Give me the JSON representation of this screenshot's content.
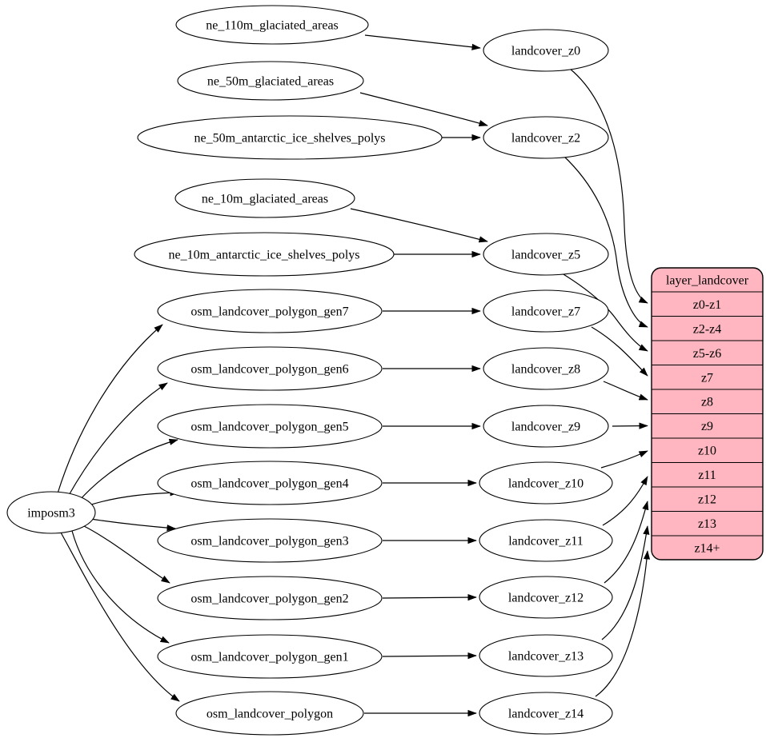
{
  "graph": {
    "background": "#ffffff",
    "edge_color": "#000000",
    "node_fill": "#ffffff",
    "node_stroke": "#000000"
  },
  "importer": {
    "label": "imposm3"
  },
  "sources": [
    "ne_110m_glaciated_areas",
    "ne_50m_glaciated_areas",
    "ne_50m_antarctic_ice_shelves_polys",
    "ne_10m_glaciated_areas",
    "ne_10m_antarctic_ice_shelves_polys",
    "osm_landcover_polygon_gen7",
    "osm_landcover_polygon_gen6",
    "osm_landcover_polygon_gen5",
    "osm_landcover_polygon_gen4",
    "osm_landcover_polygon_gen3",
    "osm_landcover_polygon_gen2",
    "osm_landcover_polygon_gen1",
    "osm_landcover_polygon"
  ],
  "views": [
    "landcover_z0",
    "landcover_z2",
    "landcover_z5",
    "landcover_z7",
    "landcover_z8",
    "landcover_z9",
    "landcover_z10",
    "landcover_z11",
    "landcover_z12",
    "landcover_z13",
    "landcover_z14"
  ],
  "table": {
    "title": "layer_landcover",
    "fill": "#ffb6c1",
    "rows": [
      "z0-z1",
      "z2-z4",
      "z5-z6",
      "z7",
      "z8",
      "z9",
      "z10",
      "z11",
      "z12",
      "z13",
      "z14+"
    ]
  },
  "edges": [
    {
      "from": "imposm3",
      "to": "osm_landcover_polygon_gen7"
    },
    {
      "from": "imposm3",
      "to": "osm_landcover_polygon_gen6"
    },
    {
      "from": "imposm3",
      "to": "osm_landcover_polygon_gen5"
    },
    {
      "from": "imposm3",
      "to": "osm_landcover_polygon_gen4"
    },
    {
      "from": "imposm3",
      "to": "osm_landcover_polygon_gen3"
    },
    {
      "from": "imposm3",
      "to": "osm_landcover_polygon_gen2"
    },
    {
      "from": "imposm3",
      "to": "osm_landcover_polygon_gen1"
    },
    {
      "from": "imposm3",
      "to": "osm_landcover_polygon"
    },
    {
      "from": "ne_110m_glaciated_areas",
      "to": "landcover_z0"
    },
    {
      "from": "ne_50m_glaciated_areas",
      "to": "landcover_z2"
    },
    {
      "from": "ne_50m_antarctic_ice_shelves_polys",
      "to": "landcover_z2"
    },
    {
      "from": "ne_10m_glaciated_areas",
      "to": "landcover_z5"
    },
    {
      "from": "ne_10m_antarctic_ice_shelves_polys",
      "to": "landcover_z5"
    },
    {
      "from": "osm_landcover_polygon_gen7",
      "to": "landcover_z7"
    },
    {
      "from": "osm_landcover_polygon_gen6",
      "to": "landcover_z8"
    },
    {
      "from": "osm_landcover_polygon_gen5",
      "to": "landcover_z9"
    },
    {
      "from": "osm_landcover_polygon_gen4",
      "to": "landcover_z10"
    },
    {
      "from": "osm_landcover_polygon_gen3",
      "to": "landcover_z11"
    },
    {
      "from": "osm_landcover_polygon_gen2",
      "to": "landcover_z12"
    },
    {
      "from": "osm_landcover_polygon_gen1",
      "to": "landcover_z13"
    },
    {
      "from": "osm_landcover_polygon",
      "to": "landcover_z14"
    },
    {
      "from": "landcover_z0",
      "to": "layer_landcover:z0-z1"
    },
    {
      "from": "landcover_z2",
      "to": "layer_landcover:z2-z4"
    },
    {
      "from": "landcover_z5",
      "to": "layer_landcover:z5-z6"
    },
    {
      "from": "landcover_z7",
      "to": "layer_landcover:z7"
    },
    {
      "from": "landcover_z8",
      "to": "layer_landcover:z8"
    },
    {
      "from": "landcover_z9",
      "to": "layer_landcover:z9"
    },
    {
      "from": "landcover_z10",
      "to": "layer_landcover:z10"
    },
    {
      "from": "landcover_z11",
      "to": "layer_landcover:z11"
    },
    {
      "from": "landcover_z12",
      "to": "layer_landcover:z12"
    },
    {
      "from": "landcover_z13",
      "to": "layer_landcover:z13"
    },
    {
      "from": "landcover_z14",
      "to": "layer_landcover:z14+"
    }
  ]
}
